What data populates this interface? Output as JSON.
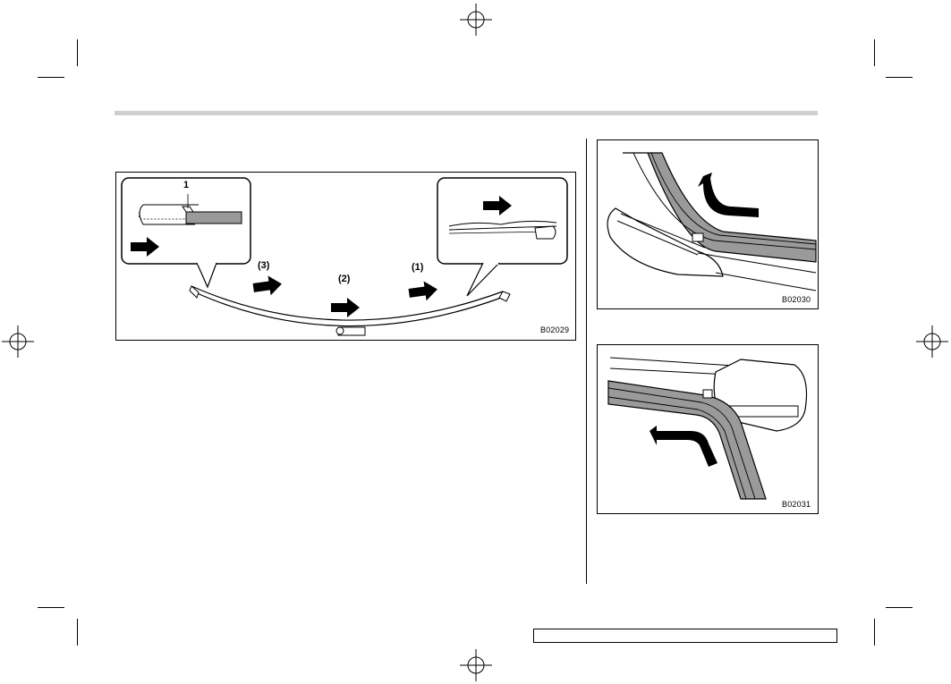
{
  "figures": {
    "main": {
      "code": "B02029",
      "callouts": {
        "part": "1",
        "step1": "(1)",
        "step2": "(2)",
        "step3": "(3)"
      }
    },
    "top_right": {
      "code": "B02030"
    },
    "bottom_right": {
      "code": "B02031"
    }
  },
  "icons": [
    "arrow-right-icon",
    "curved-arrow-icon",
    "registration-mark-icon"
  ],
  "colors": {
    "rubber_strip": "#9a9a9a",
    "header_bar": "#cfcfcf",
    "line": "#000000"
  }
}
